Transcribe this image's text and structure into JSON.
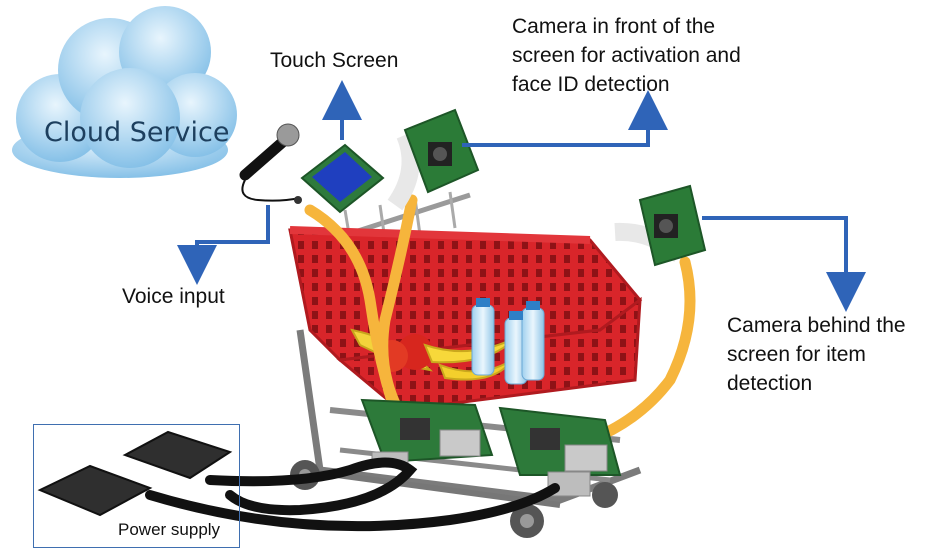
{
  "labels": {
    "cloud": "Cloud Service",
    "touch_screen": "Touch Screen",
    "camera_front": [
      "Camera in front of the",
      "screen for activation and",
      "face ID detection"
    ],
    "voice_input": "Voice input",
    "camera_behind": [
      "Camera behind the",
      "screen for item",
      "detection"
    ],
    "power_supply": "Power supply"
  },
  "colors": {
    "arrow": "#2f64b8",
    "cart_red": "#d9252a",
    "cable_orange": "#f6b53c",
    "cable_black": "#111111",
    "board_green": "#2d7a3a",
    "cloud_blue": "#8fc6ea"
  }
}
